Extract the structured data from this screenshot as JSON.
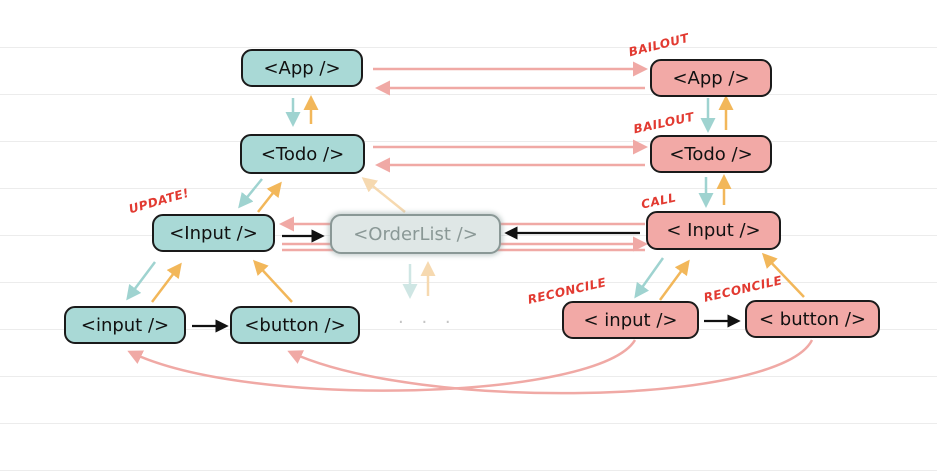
{
  "left_tree": {
    "app": "<App />",
    "todo": "<Todo />",
    "input": "<Input />",
    "order_list": "<OrderList />",
    "input_el": "<input />",
    "button_el": "<button />",
    "more": "· · ·"
  },
  "right_tree": {
    "app": "<App />",
    "todo": "<Todo />",
    "input": "< Input />",
    "input_el": "< input />",
    "button_el": "< button />"
  },
  "annotations": {
    "bailout_app": "BAILOUT",
    "bailout_todo": "BAILOUT",
    "update": "UPDATE!",
    "call": "CALL",
    "reconcile_input": "RECONCILE",
    "reconcile_button": "RECONCILE"
  },
  "colors": {
    "teal_node": "#a9d9d6",
    "pink_node": "#f2a9a6",
    "pink_arrow": "#f0a9a5",
    "teal_arrow": "#9fd3d0",
    "orange_arrow": "#f2b75a",
    "annotation": "#e23a31"
  }
}
